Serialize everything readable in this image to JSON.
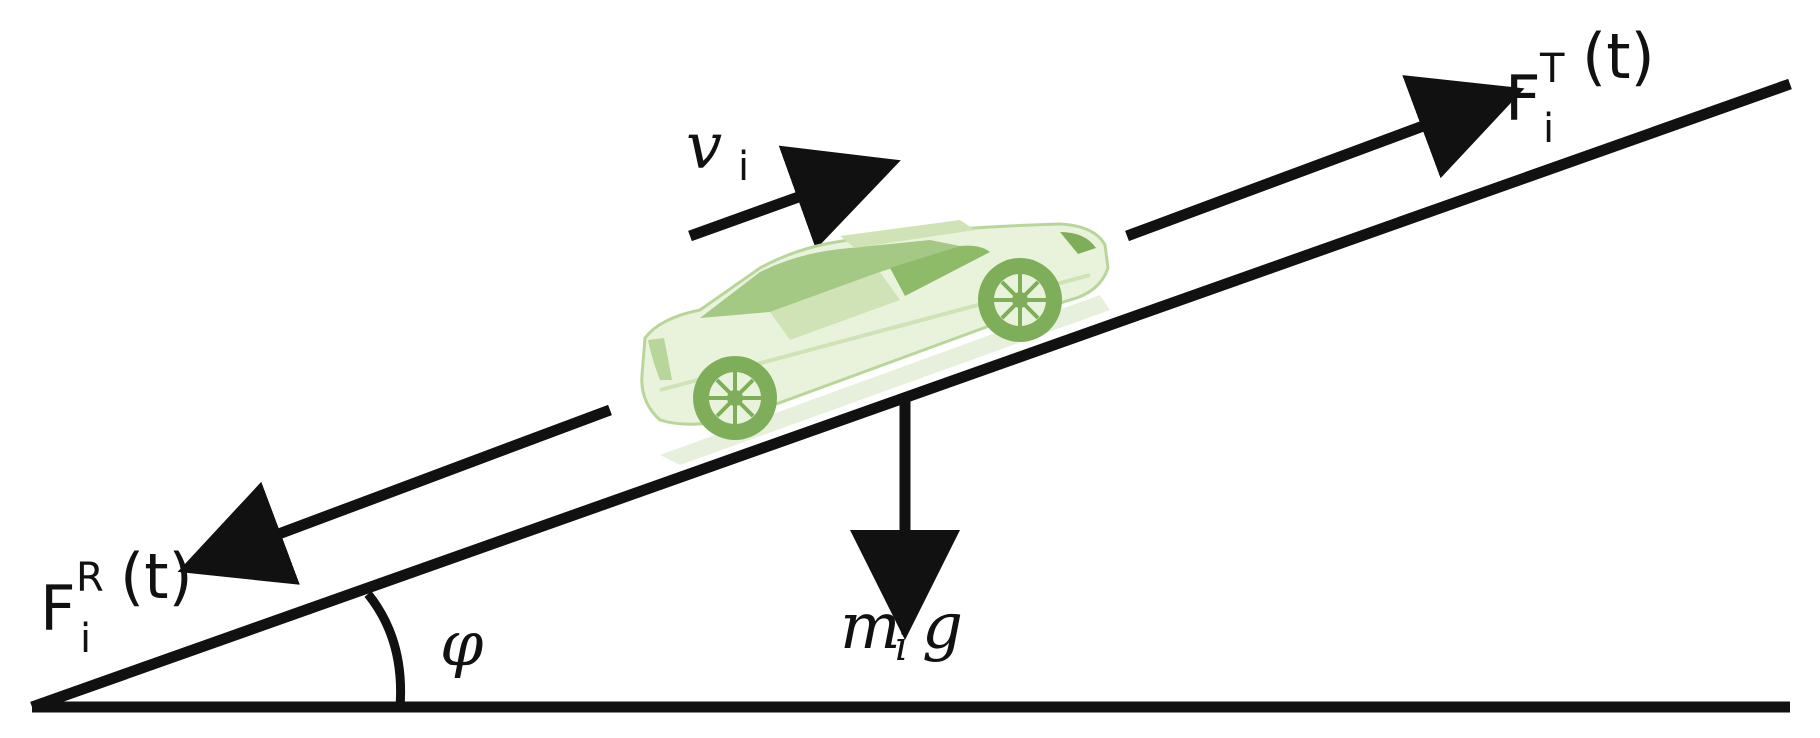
{
  "labels": {
    "velocity": {
      "main": "v",
      "sub": "i"
    },
    "traction": {
      "main": "F",
      "sup": "T",
      "sub": "i",
      "arg": "(t)"
    },
    "resistance": {
      "main": "F",
      "sup": "R",
      "sub": "i",
      "arg": "(t)"
    },
    "gravity": {
      "main": "m",
      "sub": "i",
      "tail": "g"
    },
    "angle": "φ"
  },
  "colors": {
    "ink": "#111111",
    "car_body": "#e9f3dc",
    "car_shade": "#b9d69a",
    "car_dark": "#7fae5a",
    "background": "#ffffff"
  },
  "icons": {
    "car": "car-icon"
  }
}
